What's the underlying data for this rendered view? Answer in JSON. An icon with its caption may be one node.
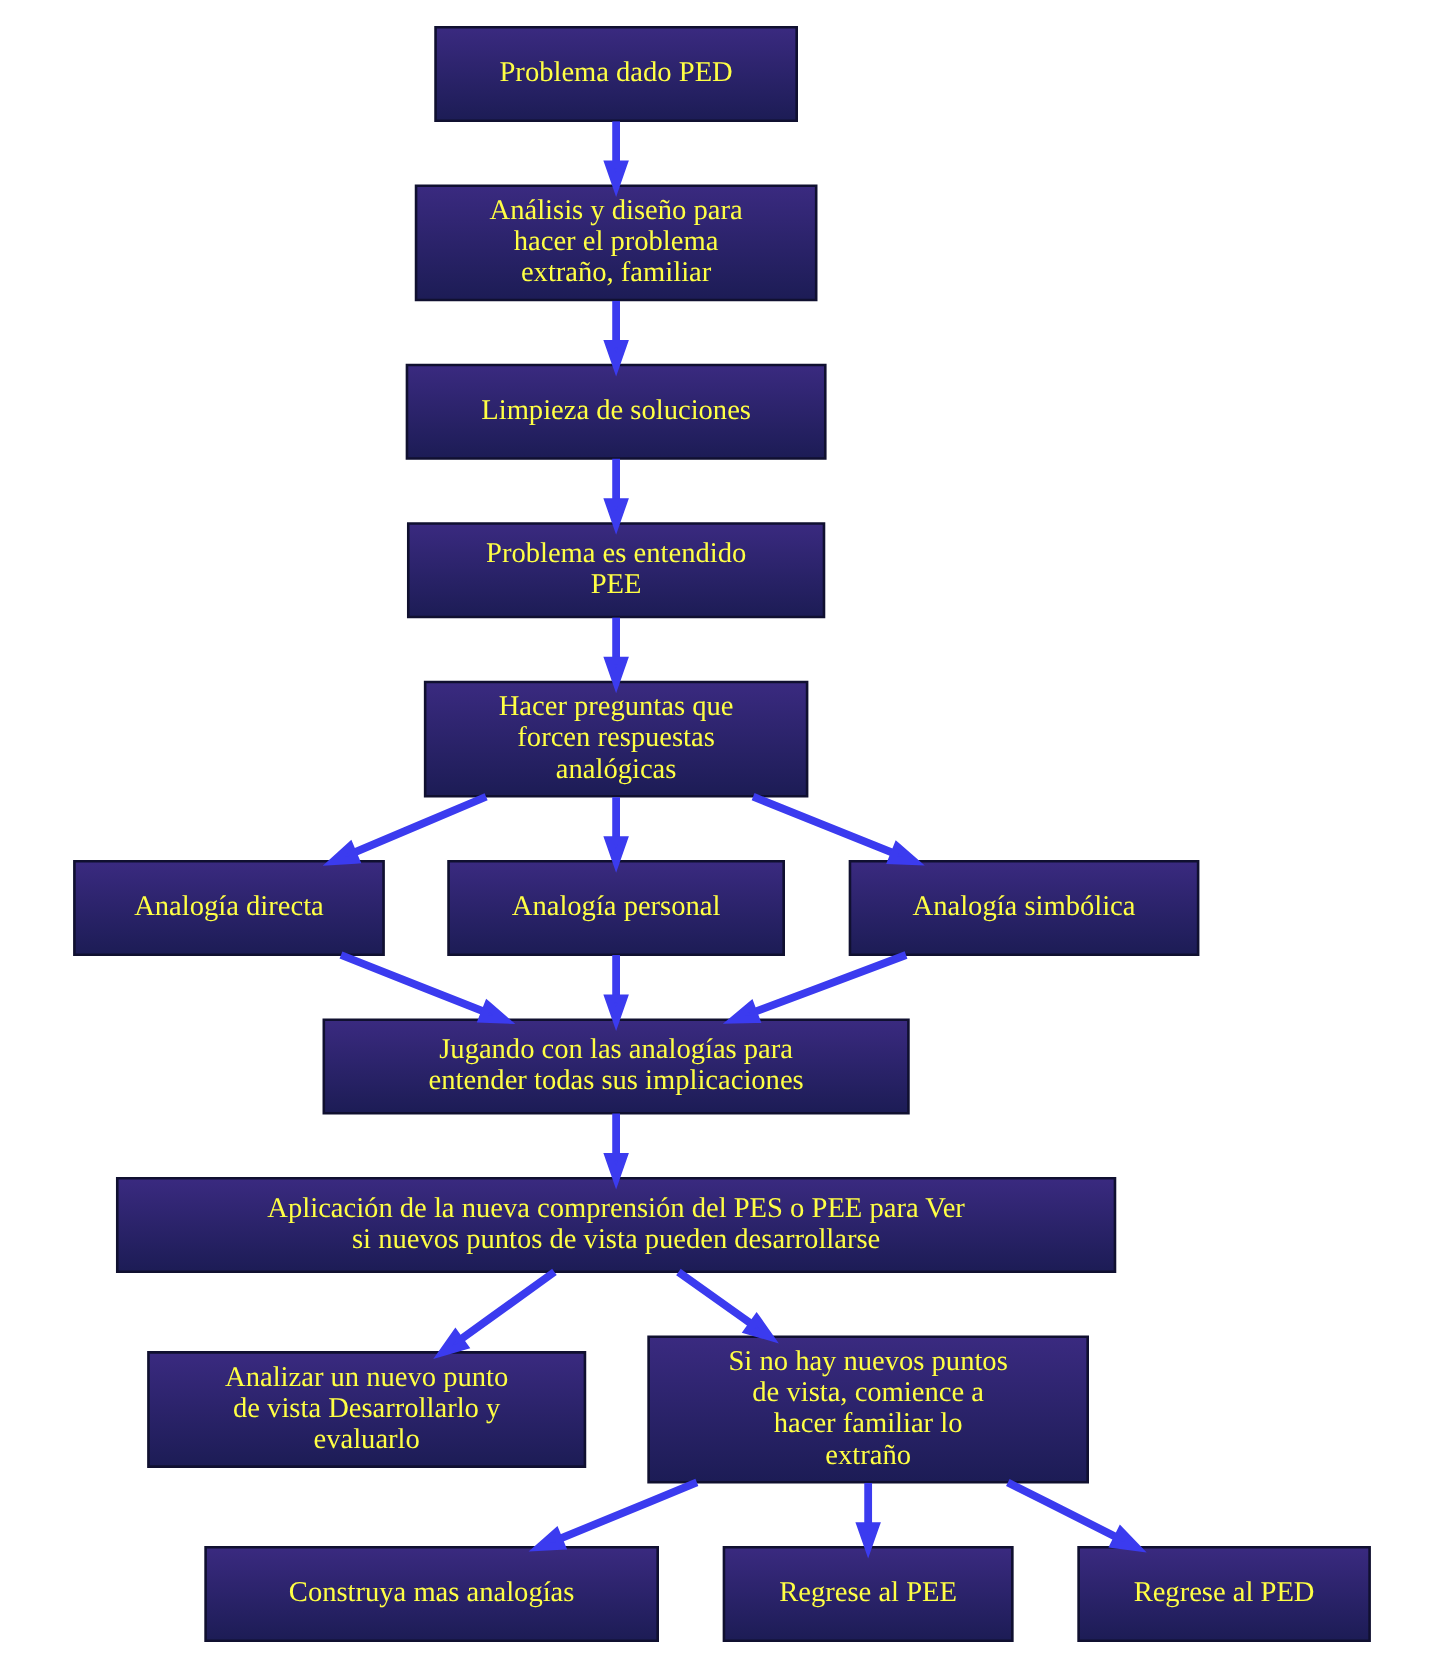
{
  "diagram": {
    "nodes": [
      {
        "text": [
          "Problema dado PED"
        ]
      },
      {
        "text": [
          "Análisis y diseño para hacer el problema extraño, familiar"
        ]
      },
      {
        "text": [
          "Limpieza de soluciones"
        ]
      },
      {
        "text": [
          "Problema es entendido PEE"
        ]
      },
      {
        "text": [
          "Hacer preguntas que forcen respuestas analógicas"
        ]
      },
      {
        "text": [
          "Analogía directa"
        ]
      },
      {
        "text": [
          "Analogía personal"
        ]
      },
      {
        "text": [
          "Analogía simbólica"
        ]
      },
      {
        "text": [
          "Jugando con las analogías para entender todas sus implicaciones"
        ]
      },
      {
        "text": [
          "Aplicación de la nueva comprensión del PES o PEE para Ver si nuevos puntos de vista pueden desarrollarse"
        ]
      },
      {
        "text": [
          "Analizar un nuevo punto de vista Desarrollarlo y evaluarlo"
        ]
      },
      {
        "text": [
          "Si no hay nuevos puntos de vista, comience a hacer familiar lo extraño"
        ]
      },
      {
        "text": [
          "Construya mas analogías"
        ]
      },
      {
        "text": [
          "Regrese al PEE"
        ]
      },
      {
        "text": [
          "Regrese al PED"
        ]
      }
    ],
    "edges": [
      {
        "from": 0,
        "to": 1,
        "arrow": "to"
      },
      {
        "from": 1,
        "to": 2,
        "arrow": "to"
      },
      {
        "from": 2,
        "to": 3,
        "arrow": "to"
      },
      {
        "from": 3,
        "to": 4,
        "arrow": "to"
      },
      {
        "from": 4,
        "to": 5,
        "arrow": "to"
      },
      {
        "from": 4,
        "to": 6,
        "arrow": "to"
      },
      {
        "from": 4,
        "to": 7,
        "arrow": "to"
      },
      {
        "from": 5,
        "to": 8,
        "arrow": "to"
      },
      {
        "from": 6,
        "to": 8,
        "arrow": "to"
      },
      {
        "from": 7,
        "to": 8,
        "arrow": "to"
      },
      {
        "from": 8,
        "to": 9,
        "arrow": "to"
      },
      {
        "from": 9,
        "to": 10,
        "arrow": "to"
      },
      {
        "from": 9,
        "to": 11,
        "arrow": "to"
      },
      {
        "from": 11,
        "to": 12,
        "arrow": "to"
      },
      {
        "from": 11,
        "to": 13,
        "arrow": "to"
      },
      {
        "from": 11,
        "to": 14,
        "arrow": "to"
      }
    ]
  }
}
